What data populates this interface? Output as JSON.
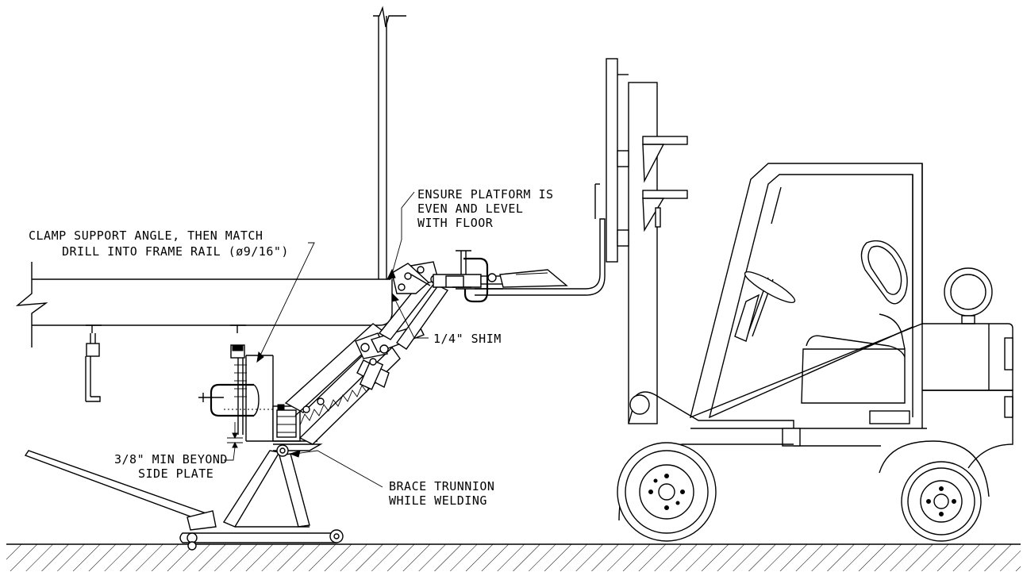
{
  "notes": {
    "ensure_platform": [
      "ENSURE PLATFORM IS",
      "EVEN AND LEVEL",
      "WITH FLOOR"
    ],
    "clamp_support": [
      "CLAMP SUPPORT ANGLE, THEN MATCH",
      "DRILL INTO FRAME RAIL (ø9/16\")"
    ],
    "shim": "1/4\" SHIM",
    "min_beyond": [
      "3/8\" MIN BEYOND",
      "SIDE PLATE"
    ],
    "brace_trunnion": [
      "BRACE TRUNNION",
      "WHILE WELDING"
    ]
  }
}
